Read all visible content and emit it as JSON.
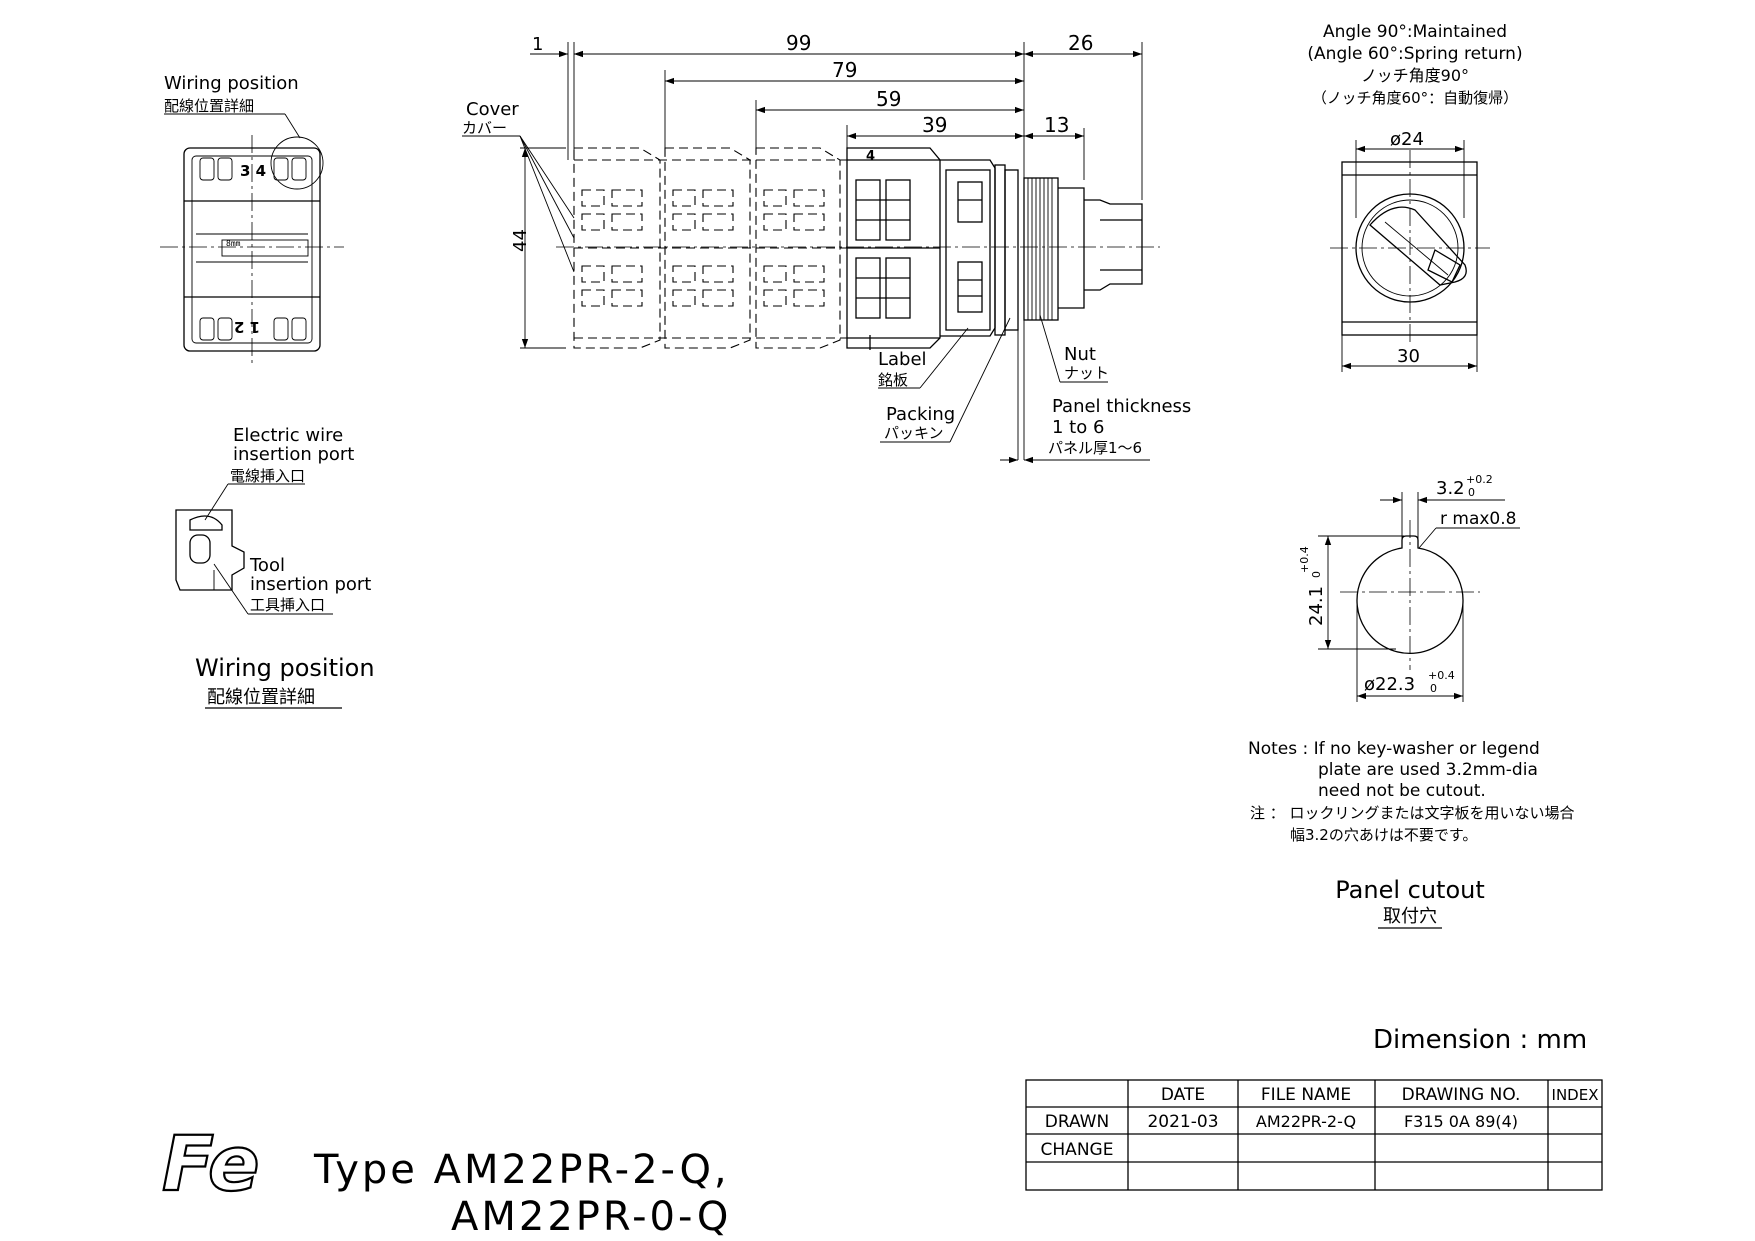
{
  "wiring_detail": {
    "label_en": "Wiring position",
    "label_jp": "配線位置詳細",
    "terminal_top": "3 4",
    "terminal_bottom": "1 2",
    "strip_label": "8mm"
  },
  "side_view": {
    "dimensions": {
      "d1": "1",
      "d99": "99",
      "d79": "79",
      "d59": "59",
      "d39": "39",
      "d26": "26",
      "d13": "13",
      "d44": "44"
    },
    "block_number": "4",
    "callouts": {
      "cover_en": "Cover",
      "cover_jp": "カバー",
      "label_en": "Label",
      "label_jp": "銘板",
      "packing_en": "Packing",
      "packing_jp": "パッキン",
      "nut_en": "Nut",
      "nut_jp": "ナット",
      "panel_en_1": "Panel thickness",
      "panel_en_2": "1 to 6",
      "panel_jp": "パネル厚1～6"
    }
  },
  "front_view": {
    "angle_en_1": "Angle 90°:Maintained",
    "angle_en_2": "(Angle 60°:Spring return)",
    "angle_jp_1": "ノッチ角度90°",
    "angle_jp_2": "（ノッチ角度60°：自動復帰）",
    "dim_diameter": "ø24",
    "dim_width": "30"
  },
  "port_detail": {
    "wire_en_1": "Electric wire",
    "wire_en_2": "insertion port",
    "wire_jp": "電線挿入口",
    "tool_en_1": "Tool",
    "tool_en_2": "insertion port",
    "tool_jp": "工具挿入口",
    "title_en": "Wiring position",
    "title_jp": "配線位置詳細"
  },
  "panel_cutout": {
    "dim_slot": "3.2",
    "dim_slot_tol_upper": "+0.2",
    "dim_slot_tol_lower": "0",
    "radius": "r max0.8",
    "dim_height": "24.1",
    "dim_height_tol_upper": "+0.4",
    "dim_height_tol_lower": "0",
    "dim_diameter": "ø22.3",
    "dim_diameter_tol_upper": "+0.4",
    "dim_diameter_tol_lower": "0",
    "title_en": "Panel cutout",
    "title_jp": "取付穴"
  },
  "notes": {
    "en_1": "Notes : If no key-washer or legend",
    "en_2": "plate are used 3.2mm-dia",
    "en_3": "need not be cutout.",
    "jp_1": "注 ： ロックリングまたは文字板を用いない場合",
    "jp_2": "幅3.2の穴あけは不要です。"
  },
  "dimension_unit": "Dimension : mm",
  "title_block": {
    "headers": [
      "",
      "DATE",
      "FILE NAME",
      "DRAWING NO.",
      "INDEX"
    ],
    "rows": [
      [
        "DRAWN",
        "2021-03",
        "AM22PR-2-Q",
        "F315 0A 89(4)",
        ""
      ],
      [
        "CHANGE",
        "",
        "",
        "",
        ""
      ],
      [
        "",
        "",
        "",
        "",
        ""
      ]
    ]
  },
  "logo": "Fe",
  "type_line_1": "Type  AM22PR-2-Q,",
  "type_line_2": "AM22PR-0-Q"
}
